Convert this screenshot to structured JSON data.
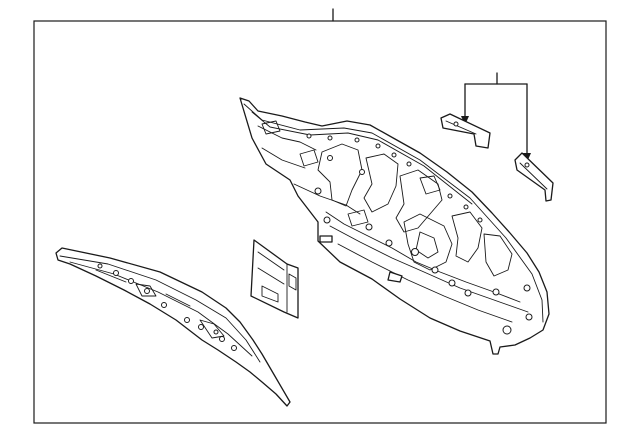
{
  "diagram": {
    "colors": {
      "line": "#1a1a1a",
      "background": "#ffffff"
    },
    "parts": [
      {
        "id": "rear-body-panel"
      },
      {
        "id": "back-panel-reinforcement"
      },
      {
        "id": "small-bracket"
      },
      {
        "id": "brace-left"
      },
      {
        "id": "brace-right"
      }
    ],
    "callouts": [
      {
        "id": "main-callout"
      },
      {
        "id": "bracket-callout"
      }
    ]
  }
}
